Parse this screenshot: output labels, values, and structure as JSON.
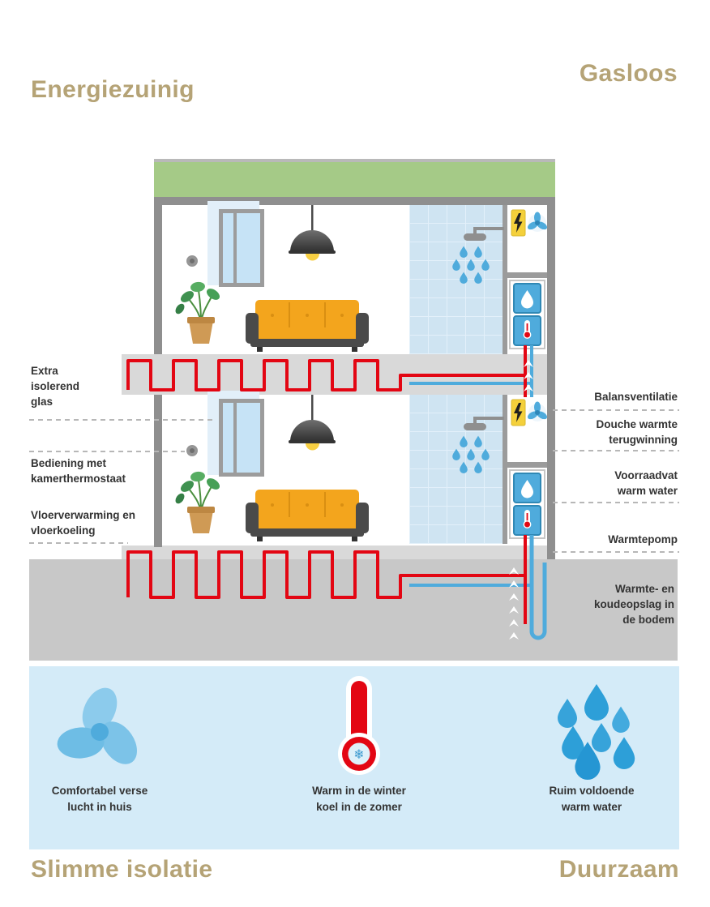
{
  "page": {
    "corner_labels": {
      "top_left": "Energiezuinig",
      "top_right": "Gasloos",
      "bottom_left": "Slimme isolatie",
      "bottom_right": "Duurzaam"
    }
  },
  "callouts": {
    "left": [
      {
        "label": "Extra\nisolerend\nglas"
      },
      {
        "label": "Bediening met\nkamerthermostaat"
      },
      {
        "label": "Vloerverwarming en\nvloerkoeling"
      }
    ],
    "right": [
      {
        "label": "Balansventilatie"
      },
      {
        "label": "Douche warmte\nterugwinning"
      },
      {
        "label": "Voorraadvat\nwarm water"
      },
      {
        "label": "Warmtepomp"
      },
      {
        "label": "Warmte- en\nkoudeopslag in\nde bodem"
      }
    ]
  },
  "features": [
    {
      "icon": "fan-icon",
      "label": "Comfortabel verse\nlucht in huis"
    },
    {
      "icon": "thermometer-icon",
      "label": "Warm in de winter\nkoel in de zomer"
    },
    {
      "icon": "water-drops-icon",
      "label": "Ruim voldoende\nwarm water"
    }
  ],
  "colors": {
    "accent_tan": "#b5a376",
    "label_text": "#333333",
    "roof_green": "#a5ca87",
    "wall_gray": "#8f8f8f",
    "ground_gray": "#c8c8c8",
    "panel_blue": "#d4ebf8",
    "pipe_red": "#e30613",
    "pipe_blue": "#4fabdc",
    "electric_yellow": "#f4d03b",
    "sofa_orange": "#f3a51d"
  },
  "icons": {
    "fan-icon": "three-blade ventilation fan (svg)",
    "thermometer-icon": "thermometer with snowflake bulb (svg)",
    "water-drops-icon": "cluster of water drops (svg)",
    "lightning-icon": "electric power bolt (svg)",
    "ventilation-unit-icon": "small fan unit (svg)",
    "water-tank-icon": "blue square with white drop (svg)",
    "heat-pump-icon": "blue square with thermometer (svg)",
    "shower-icon": "shower head with falling drops (svg)",
    "lamp-icon": "pendant dome lamp (svg)",
    "plant-icon": "potted plant (svg)",
    "sofa-icon": "orange sofa (svg)",
    "thermostat-icon": "round wall thermostat (svg)",
    "window-icon": "insulated glass window (svg)",
    "up-arrow-icon": "white chevron arrows showing heat flow (svg)"
  }
}
